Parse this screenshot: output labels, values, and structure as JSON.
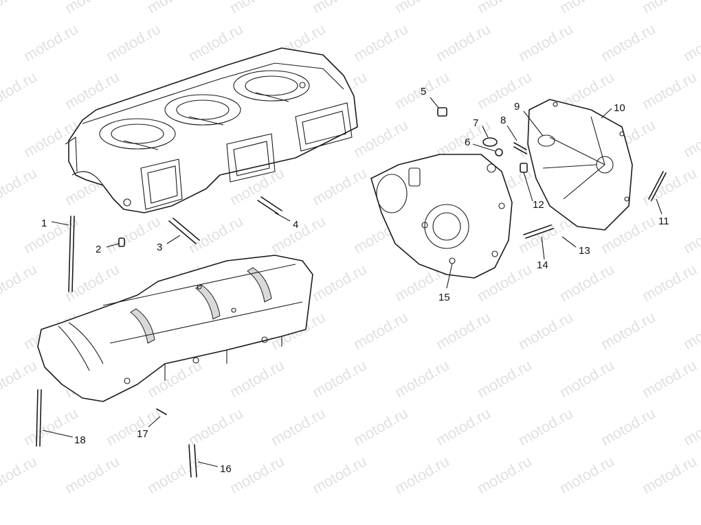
{
  "watermark": {
    "text": "motod.ru",
    "color": "#c8c8c8"
  },
  "callouts": [
    {
      "id": "1",
      "label": "1"
    },
    {
      "id": "2",
      "label": "2"
    },
    {
      "id": "3",
      "label": "3"
    },
    {
      "id": "4",
      "label": "4"
    },
    {
      "id": "5",
      "label": "5"
    },
    {
      "id": "6",
      "label": "6"
    },
    {
      "id": "7",
      "label": "7"
    },
    {
      "id": "8",
      "label": "8"
    },
    {
      "id": "9",
      "label": "9"
    },
    {
      "id": "10",
      "label": "10"
    },
    {
      "id": "11",
      "label": "11"
    },
    {
      "id": "12",
      "label": "12"
    },
    {
      "id": "13",
      "label": "13"
    },
    {
      "id": "14",
      "label": "14"
    },
    {
      "id": "15",
      "label": "15"
    },
    {
      "id": "16",
      "label": "16"
    },
    {
      "id": "17",
      "label": "17"
    },
    {
      "id": "18",
      "label": "18"
    }
  ],
  "colors": {
    "line": "#1a1a1a",
    "background": "#ffffff"
  }
}
